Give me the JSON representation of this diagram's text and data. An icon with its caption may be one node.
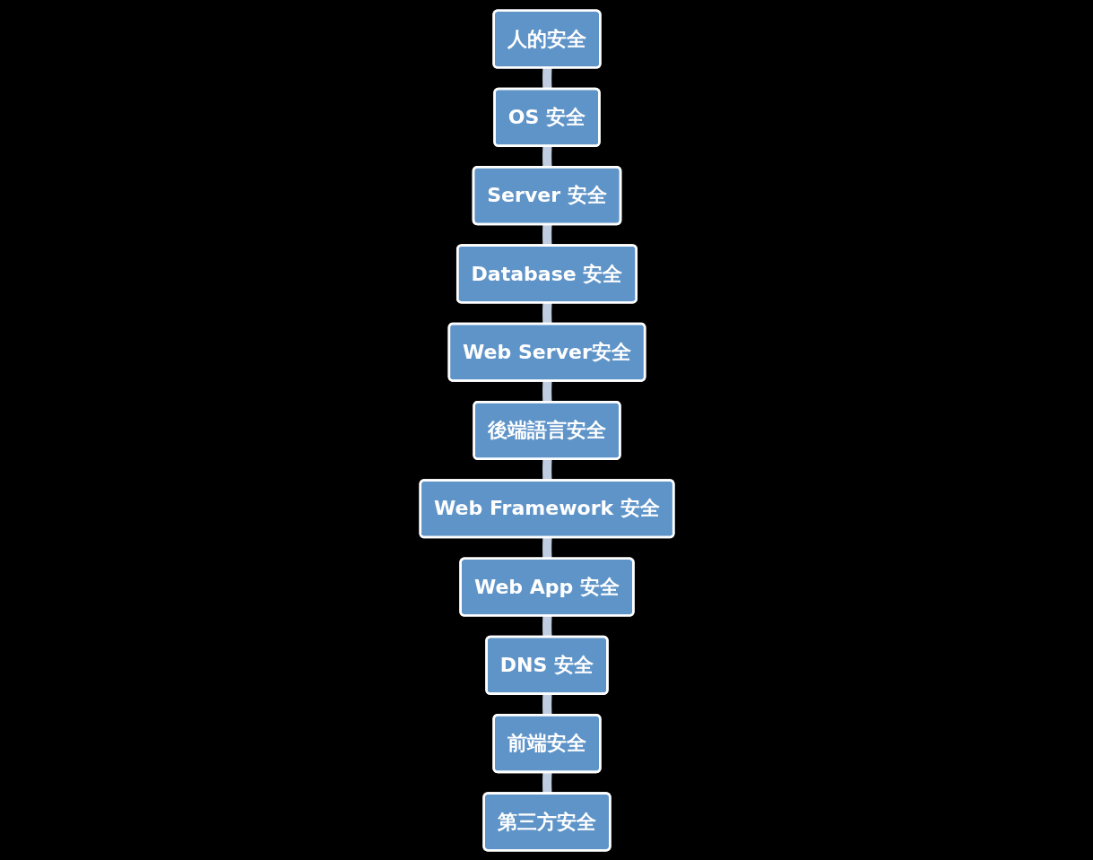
{
  "diagram": {
    "nodes": [
      {
        "text": [
          "人的安全"
        ]
      },
      {
        "text": [
          "OS 安全"
        ]
      },
      {
        "text": [
          "Server 安全"
        ]
      },
      {
        "text": [
          "Database 安全"
        ]
      },
      {
        "text": [
          "Web Server安全"
        ]
      },
      {
        "text": [
          "後端語言安全"
        ]
      },
      {
        "text": [
          "Web Framework 安全"
        ]
      },
      {
        "text": [
          "Web App 安全"
        ]
      },
      {
        "text": [
          "DNS 安全"
        ]
      },
      {
        "text": [
          "前端安全"
        ]
      },
      {
        "text": [
          "第三方安全"
        ]
      }
    ],
    "edges": [
      {
        "from": 0,
        "to": 1,
        "arrow": "none"
      },
      {
        "from": 1,
        "to": 2,
        "arrow": "none"
      },
      {
        "from": 2,
        "to": 3,
        "arrow": "none"
      },
      {
        "from": 3,
        "to": 4,
        "arrow": "none"
      },
      {
        "from": 4,
        "to": 5,
        "arrow": "none"
      },
      {
        "from": 5,
        "to": 6,
        "arrow": "none"
      },
      {
        "from": 6,
        "to": 7,
        "arrow": "none"
      },
      {
        "from": 7,
        "to": 8,
        "arrow": "none"
      },
      {
        "from": 8,
        "to": 9,
        "arrow": "none"
      },
      {
        "from": 9,
        "to": 10,
        "arrow": "none"
      }
    ]
  }
}
